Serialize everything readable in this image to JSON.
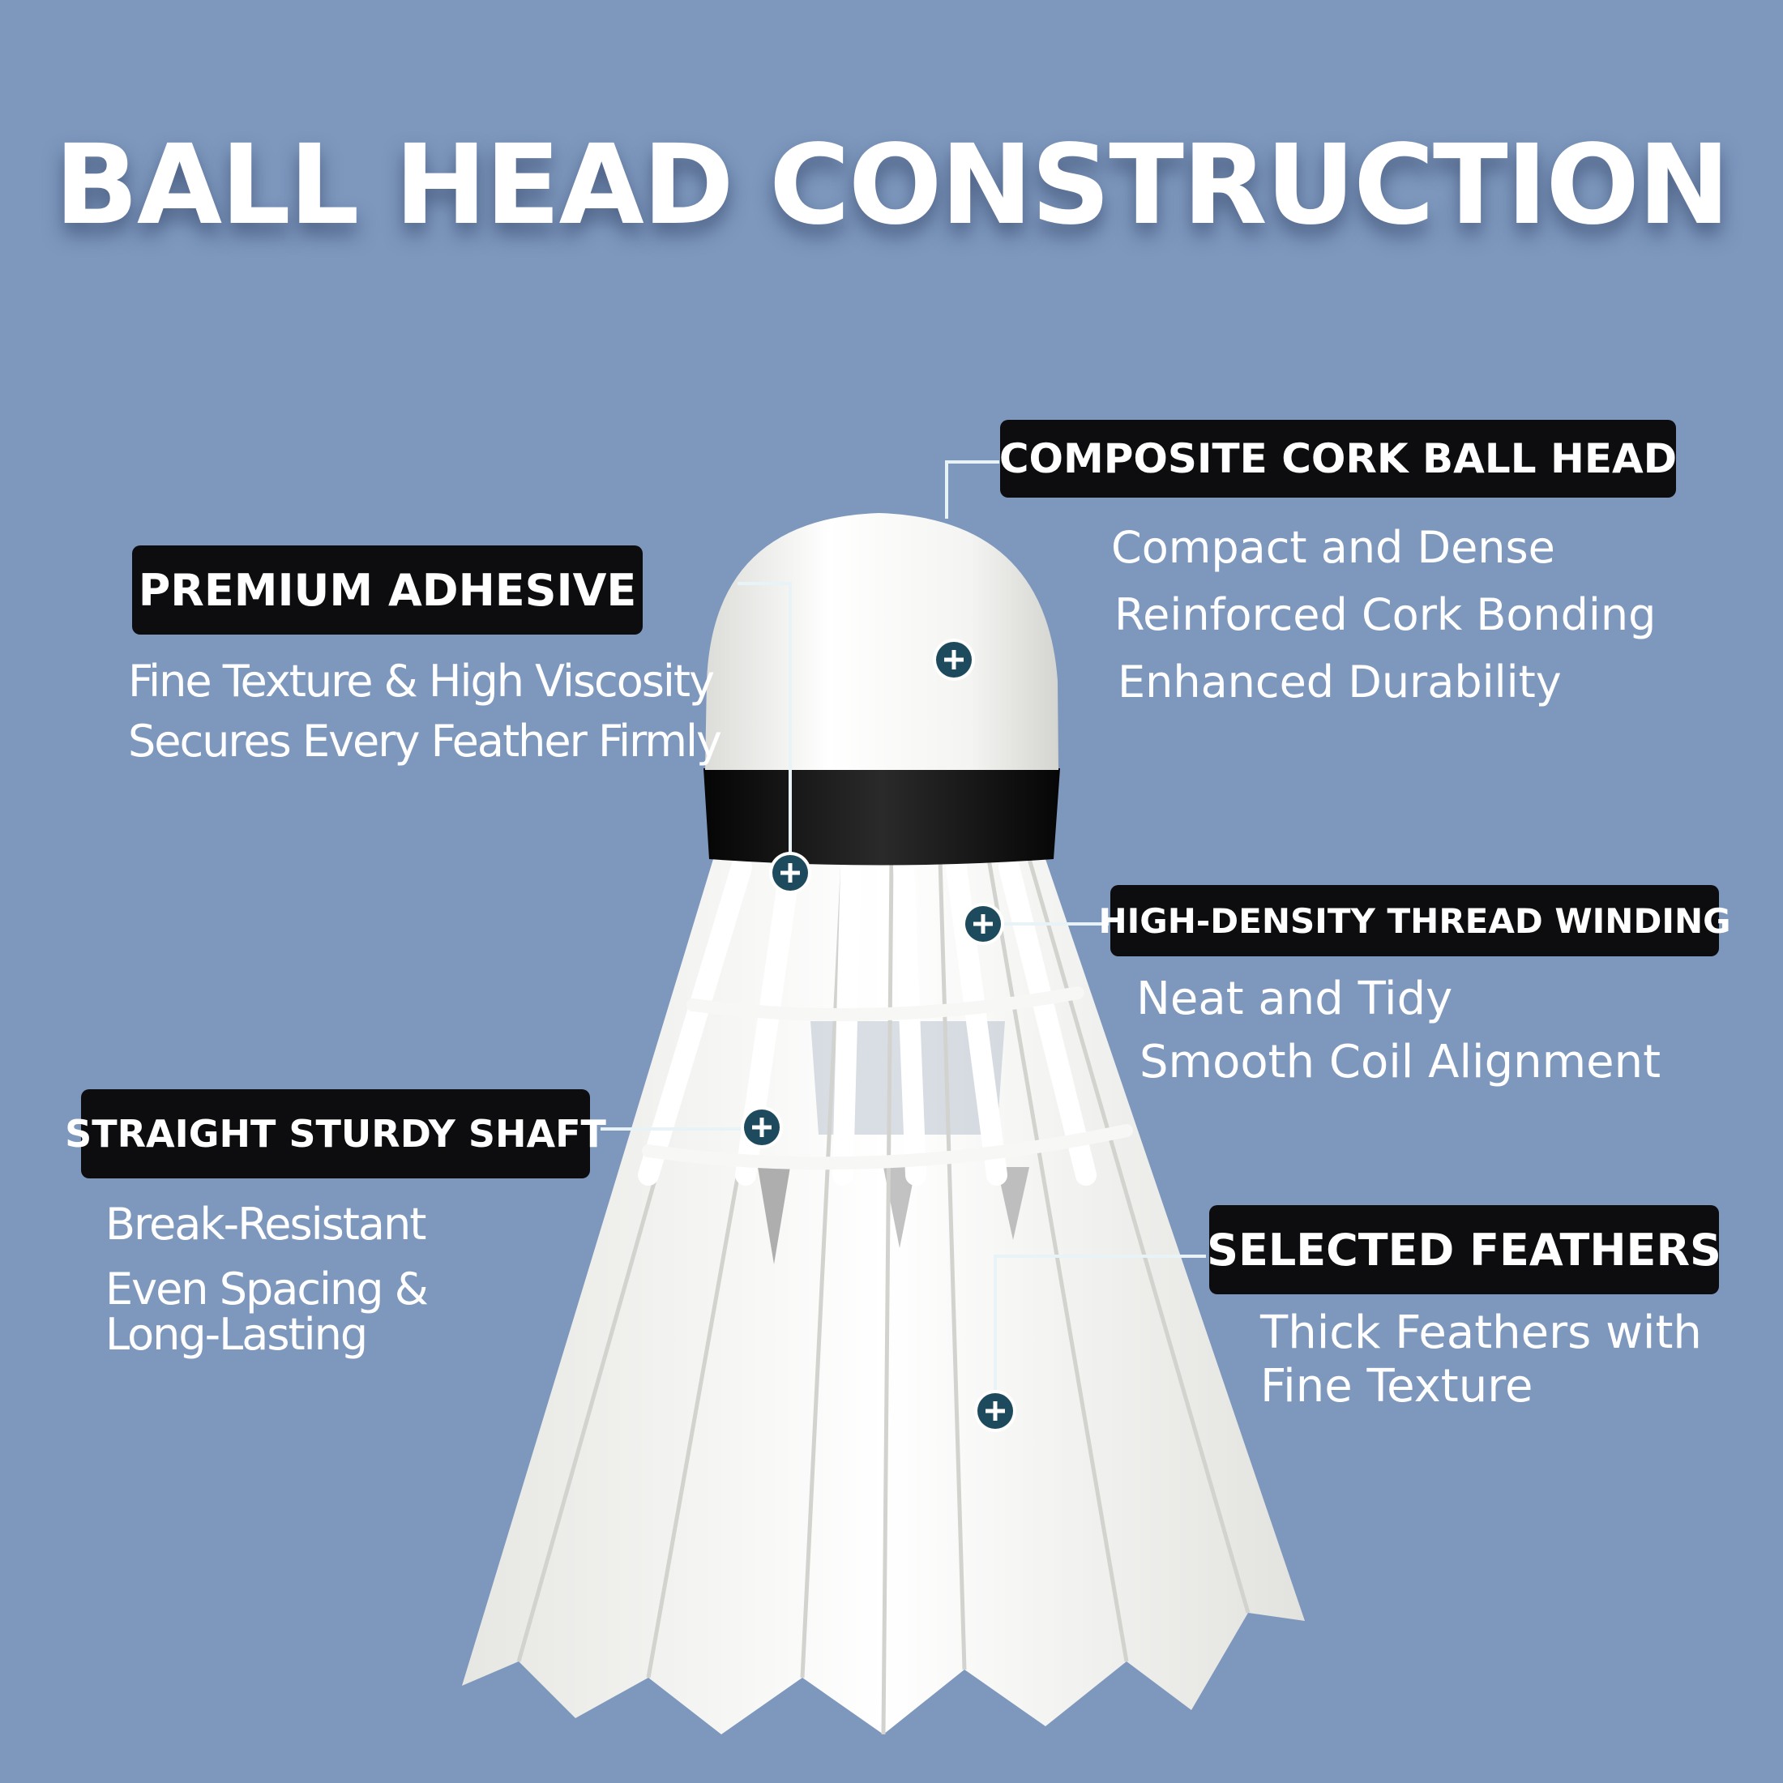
{
  "title": "BALL HEAD CONSTRUCTION",
  "colors": {
    "background": "#7d97bd",
    "label_bg": "#0d0d0f",
    "hotspot": "#1d4a5c",
    "leader": "#e8f3f7"
  },
  "features": {
    "cork": {
      "label": "COMPOSITE CORK BALL HEAD",
      "lines": [
        "Compact and Dense",
        "Reinforced Cork Bonding",
        "Enhanced Durability"
      ]
    },
    "adhesive": {
      "label": "PREMIUM ADHESIVE",
      "lines": [
        "Fine Texture & High Viscosity",
        "Secures Every Feather Firmly"
      ]
    },
    "thread": {
      "label": "HIGH-DENSITY THREAD WINDING",
      "lines": [
        "Neat and Tidy",
        "Smooth Coil Alignment"
      ]
    },
    "shaft": {
      "label": "STRAIGHT STURDY SHAFT",
      "lines": [
        "Break-Resistant",
        "Even Spacing &",
        "Long-Lasting"
      ]
    },
    "feathers": {
      "label": "SELECTED FEATHERS",
      "lines": [
        "Thick Feathers with",
        "Fine Texture"
      ]
    }
  },
  "hotspot_icon": "plus-icon"
}
